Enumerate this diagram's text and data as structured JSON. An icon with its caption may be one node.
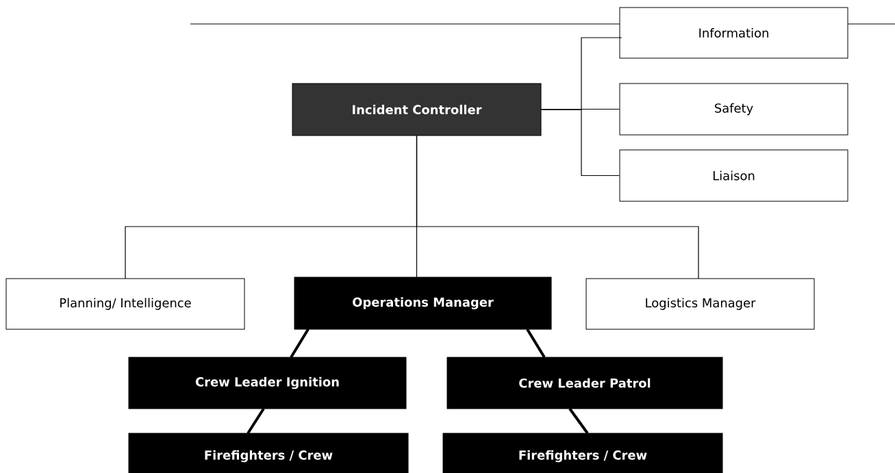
{
  "diagram": {
    "nodes": [
      {
        "text": [
          "Incident Controller"
        ]
      },
      {
        "text": [
          "Information"
        ]
      },
      {
        "text": [
          "Safety"
        ]
      },
      {
        "text": [
          "Liaison"
        ]
      },
      {
        "text": [
          "Planning/ Intelligence"
        ]
      },
      {
        "text": [
          "Operations Manager"
        ]
      },
      {
        "text": [
          "Logistics Manager"
        ]
      },
      {
        "text": [
          "Crew Leader Ignition"
        ]
      },
      {
        "text": [
          "Crew Leader Patrol"
        ]
      },
      {
        "text": [
          "Firefighters / Crew"
        ]
      },
      {
        "text": [
          "Firefighters / Crew"
        ]
      }
    ],
    "edges": [
      {
        "from": 0,
        "to": 1,
        "arrow": "none"
      },
      {
        "from": 0,
        "to": 2,
        "arrow": "none"
      },
      {
        "from": 0,
        "to": 3,
        "arrow": "none"
      },
      {
        "from": 0,
        "to": 4,
        "arrow": "none"
      },
      {
        "from": 0,
        "to": 5,
        "arrow": "none"
      },
      {
        "from": 0,
        "to": 6,
        "arrow": "none"
      },
      {
        "from": 5,
        "to": 7,
        "arrow": "none",
        "style": "thick"
      },
      {
        "from": 5,
        "to": 8,
        "arrow": "none",
        "style": "thick"
      },
      {
        "from": 7,
        "to": 9,
        "arrow": "none",
        "style": "thick"
      },
      {
        "from": 8,
        "to": 10,
        "arrow": "none",
        "style": "thick"
      }
    ]
  }
}
